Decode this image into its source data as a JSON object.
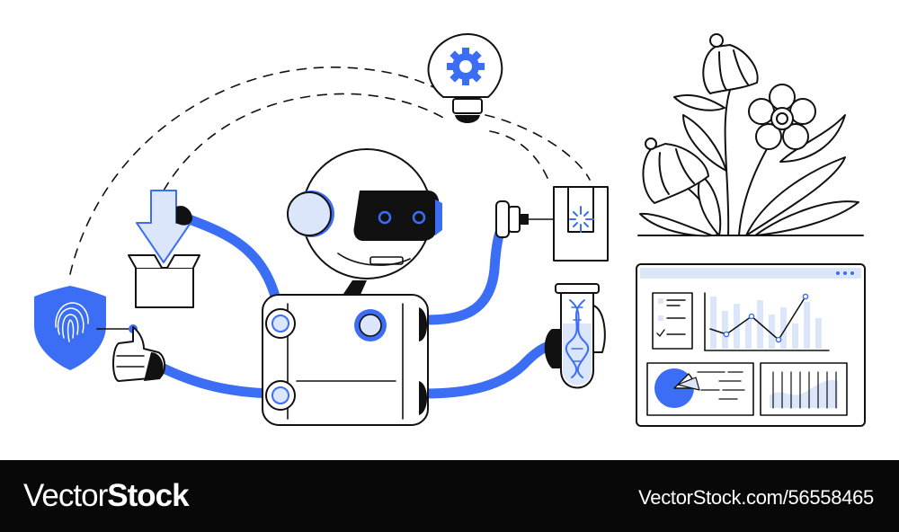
{
  "colors": {
    "accent": "#3b6ef5",
    "accent_light": "#dbe6fb",
    "ink": "#111111",
    "footer_bg": "#080808",
    "footer_text": "#ffffff"
  },
  "footer": {
    "brand_regular": "Vector",
    "brand_bold": "Stock",
    "image_id": "VectorStock.com/56558465"
  },
  "icons": [
    "robot-icon",
    "fingerprint-shield-icon",
    "download-box-icon",
    "gear-lightbulb-icon",
    "test-tube-dna-icon",
    "laser-device-icon",
    "flowers-icon",
    "analytics-dashboard-icon"
  ]
}
